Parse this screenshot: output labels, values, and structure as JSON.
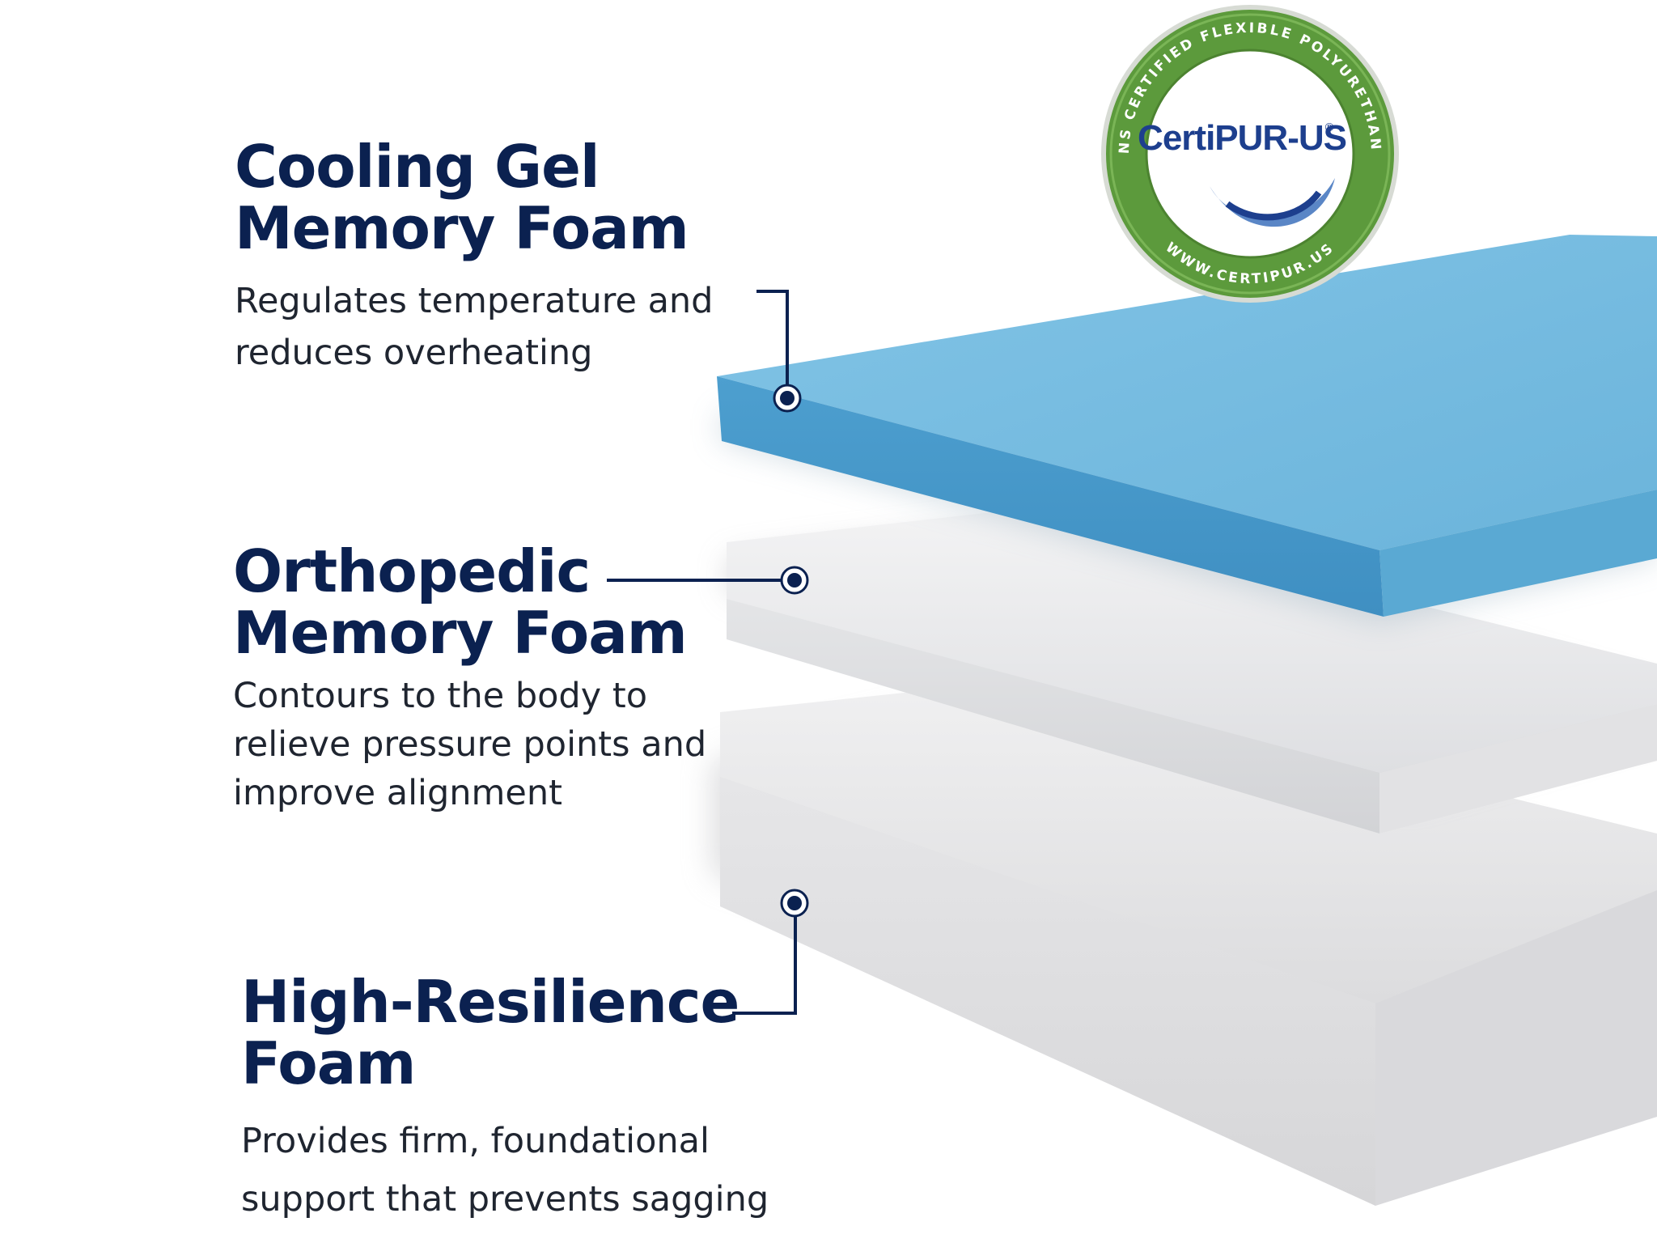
{
  "layers": [
    {
      "title_line1": "Cooling Gel",
      "title_line2": "Memory Foam",
      "description": "Regulates temperature and reduces overheating"
    },
    {
      "title_line1": "Orthopedic",
      "title_line2": "Memory Foam",
      "description": "Contours to the body to relieve pressure points and improve alignment"
    },
    {
      "title_line1": "High-Resilience",
      "title_line2": "Foam",
      "description": "Provides firm, foundational support that prevents sagging"
    }
  ],
  "badge": {
    "brand": "CertiPUR-US",
    "registered": "®",
    "ring_top": "CONTAINS CERTIFIED FLEXIBLE POLYURETHANE FOAM",
    "ring_bottom": "WWW.CERTIPUR.US"
  },
  "colors": {
    "heading": "#0b2150",
    "body_text": "#1f2530",
    "gel_layer": "#6fb9de",
    "foam_layer": "#e9eaec",
    "badge_ring": "#5c9a3c",
    "badge_brand": "#1d3f8e"
  }
}
